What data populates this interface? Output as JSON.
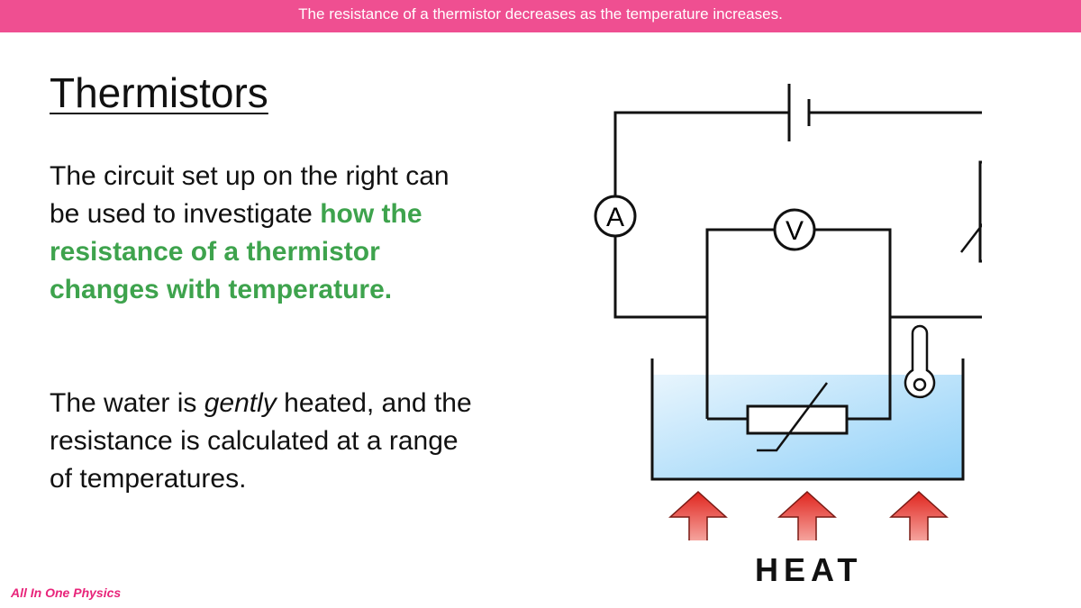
{
  "banner": {
    "text": "The resistance of a thermistor decreases as the temperature increases."
  },
  "slide": {
    "title": "Thermistors",
    "paragraph1": {
      "before": "The circuit set up on the right can be used to investigate ",
      "highlight": "how the resistance of a thermistor changes with temperature."
    },
    "paragraph2": {
      "before": "The water is ",
      "emphasis": "gently",
      "after": " heated, and the resistance is calculated at a range of temperatures."
    }
  },
  "diagram": {
    "ammeter_label": "A",
    "voltmeter_label": "V",
    "heat_label": "HEAT"
  },
  "colors": {
    "banner": "#ef4f91",
    "highlight": "#3ea34d",
    "footer": "#e8247a",
    "water": "#a9d8f7",
    "arrow": "#e03a2e"
  },
  "footer": {
    "text": "All In One Physics"
  }
}
